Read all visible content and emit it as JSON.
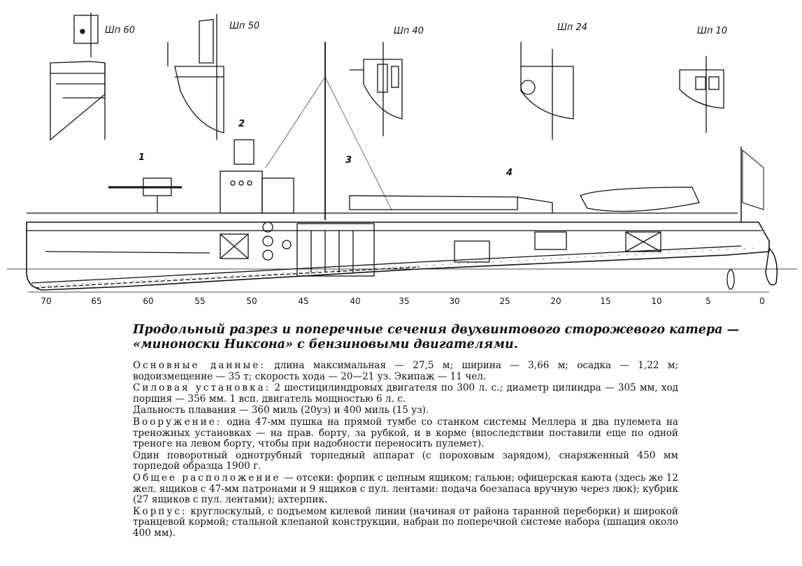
{
  "sections": [
    {
      "label": "Шп 60"
    },
    {
      "label": "Шп 50"
    },
    {
      "label": "Шп 40"
    },
    {
      "label": "Шп 24"
    },
    {
      "label": "Шп 10"
    }
  ],
  "frame_numbers": [
    "70",
    "65",
    "60",
    "55",
    "50",
    "45",
    "40",
    "35",
    "30",
    "25",
    "20",
    "15",
    "10",
    "5",
    "0"
  ],
  "cut_marks": [
    "1",
    "2",
    "3",
    "4"
  ],
  "caption": "Продольный разрез и поперечные сечения двухвинтового сторожевого катера — «миноноски Никсона» с бензиновыми двигателями.",
  "specs": [
    {
      "heading": "Основные данные:",
      "text": " длина максимальная — 27,5 м; ширина — 3,66 м; осадка — 1,22 м; водоизмещение — 35 т; скорость хода — 20—21 уз. Экипаж — 11 чел."
    },
    {
      "heading": "Силовая установка:",
      "text": " 2 шестицилиндровых двигателя по 300 л. с.; диаметр цилиндра — 305 мм, ход поршня — 356 мм. 1 всп. двигатель мощностью 6 л. с."
    },
    {
      "heading": "",
      "text": "Дальность плавания — 360 миль (20уз) и 400 миль (15 уз)."
    },
    {
      "heading": "Вооружение:",
      "text": " одна 47-мм пушка на прямой тумбе со станком системы Меллера и два пулемета на треножных установках — на прав. борту, за рубкой, и в корме (впоследствии поставили еще по одной треноге на левом борту, чтобы при надобности переносить пулемет)."
    },
    {
      "heading": "",
      "text": "Один поворотный однотрубный торпедный аппарат (с пороховым зарядом), снаряженный 450 мм торпедой образца 1900 г."
    },
    {
      "heading": "Общее расположение",
      "text": " — отсеки: форпик с цепным ящиком; гальюн; офицерская каюта (здесь же 12 жел. ящиков с 47-мм патронами и 9 ящиков с пул. лентами: подача боезапаса вручную через люк); кубрик (27 ящиков с пул. лентами); ахтерпик."
    },
    {
      "heading": "Корпус:",
      "text": " круглоскулый, с подъемом килевой линии (начиная от района таранной переборки) и широкой транцевой кормой; стальной клепаной конструкции, набран по поперечной системе набора (шпация около 400 мм)."
    }
  ]
}
